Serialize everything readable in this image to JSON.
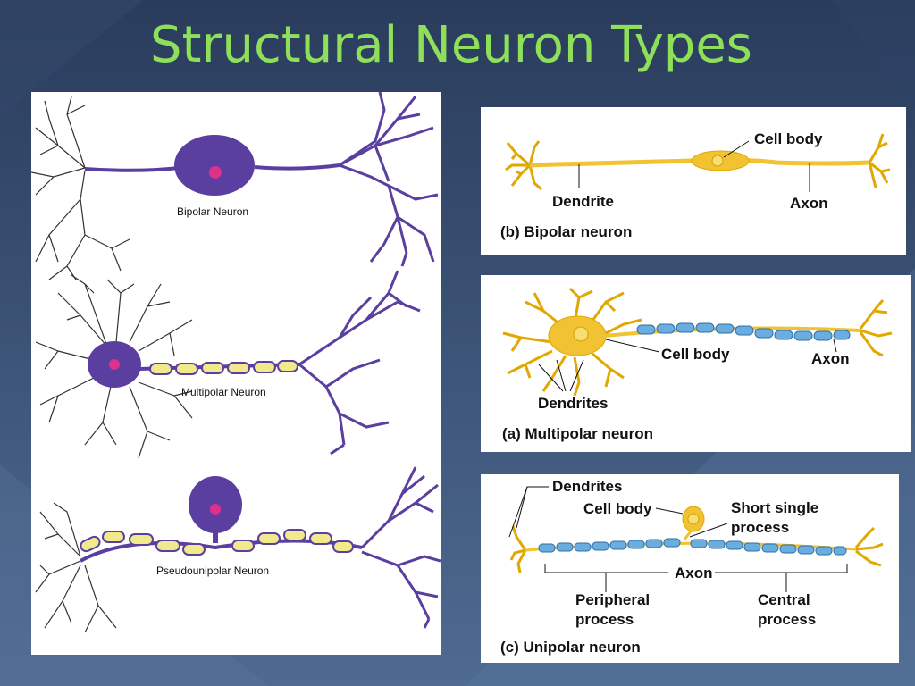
{
  "title": "Structural Neuron Types",
  "left_panel": {
    "bipolar_label": "Bipolar Neuron",
    "multipolar_label": "Multipolar Neuron",
    "pseudounipolar_label": "Pseudounipolar Neuron"
  },
  "panel_b": {
    "cell_body": "Cell body",
    "dendrite": "Dendrite",
    "axon": "Axon",
    "caption": "(b) Bipolar neuron"
  },
  "panel_a": {
    "cell_body": "Cell body",
    "axon": "Axon",
    "dendrites": "Dendrites",
    "caption": "(a) Multipolar neuron"
  },
  "panel_c": {
    "dendrites": "Dendrites",
    "cell_body": "Cell body",
    "short_process_line1": "Short single",
    "short_process_line2": "process",
    "axon": "Axon",
    "peripheral_line1": "Peripheral",
    "peripheral_line2": "process",
    "central_line1": "Central",
    "central_line2": "process",
    "caption": "(c) Unipolar neuron"
  },
  "colors": {
    "background": "#3a5174",
    "title": "#8ee05a",
    "neuron_purple": "#5a3fa0",
    "nucleus_pink": "#e0308a",
    "myelin_yellow": "#f1ea8c",
    "neuron_gold": "#f1c232",
    "myelin_blue": "#6aaee0"
  }
}
